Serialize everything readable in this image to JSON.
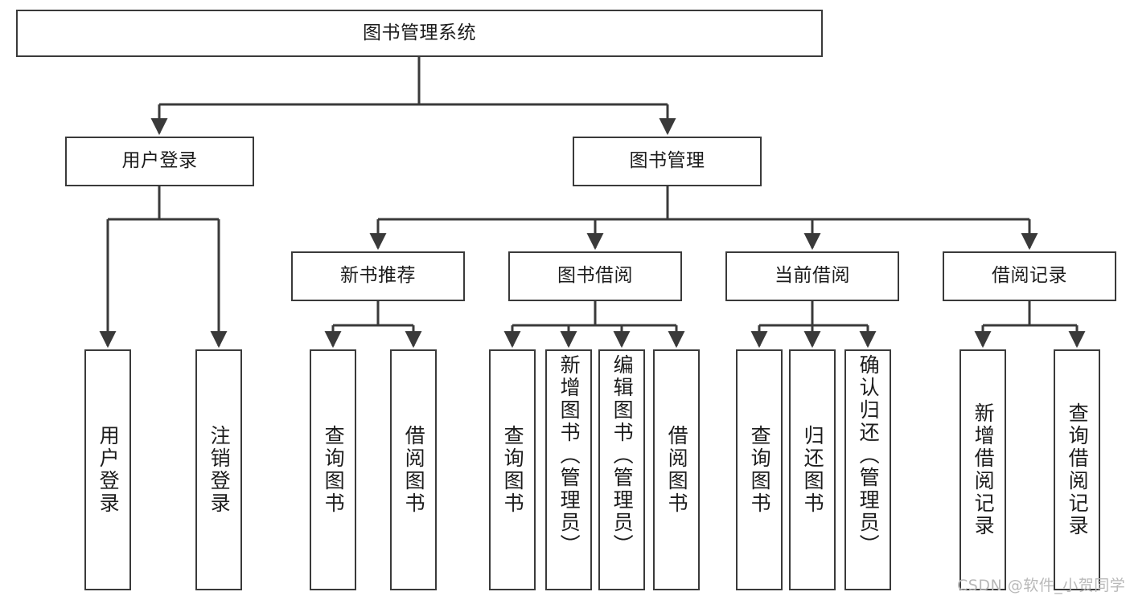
{
  "diagram": {
    "title": "图书管理系统",
    "type": "功能结构图",
    "line_color": "#3a3a3a",
    "text_color": "#1c1c1c",
    "background": "#ffffff"
  },
  "root": {
    "label": "图书管理系统"
  },
  "level2": [
    {
      "id": "user-login",
      "label": "用户登录"
    },
    {
      "id": "book-management",
      "label": "图书管理"
    }
  ],
  "level3": [
    {
      "id": "new-book-recommend",
      "label": "新书推荐"
    },
    {
      "id": "book-borrow",
      "label": "图书借阅"
    },
    {
      "id": "current-borrow",
      "label": "当前借阅"
    },
    {
      "id": "borrow-record",
      "label": "借阅记录"
    }
  ],
  "leaves": {
    "user_login": [
      {
        "id": "leaf-user-login",
        "label": "用户登录"
      },
      {
        "id": "leaf-logout-login",
        "label": "注销登录"
      }
    ],
    "new_book_recommend": [
      {
        "id": "leaf-query-book-1",
        "label": "查询图书"
      },
      {
        "id": "leaf-borrow-book-1",
        "label": "借阅图书"
      }
    ],
    "book_borrow": [
      {
        "id": "leaf-query-book-2",
        "label": "查询图书"
      },
      {
        "id": "leaf-add-book-admin",
        "label": "新增图书（管理员）"
      },
      {
        "id": "leaf-edit-book-admin",
        "label": "编辑图书（管理员）"
      },
      {
        "id": "leaf-borrow-book-2",
        "label": "借阅图书"
      }
    ],
    "current_borrow": [
      {
        "id": "leaf-query-book-3",
        "label": "查询图书"
      },
      {
        "id": "leaf-return-book",
        "label": "归还图书"
      },
      {
        "id": "leaf-confirm-return-admin",
        "label": "确认归还（管理员）"
      }
    ],
    "borrow_record": [
      {
        "id": "leaf-add-borrow-record",
        "label": "新增借阅记录"
      },
      {
        "id": "leaf-query-borrow-record",
        "label": "查询借阅记录"
      }
    ]
  },
  "watermark": {
    "text": "CSDN @软件_小贺同学"
  }
}
